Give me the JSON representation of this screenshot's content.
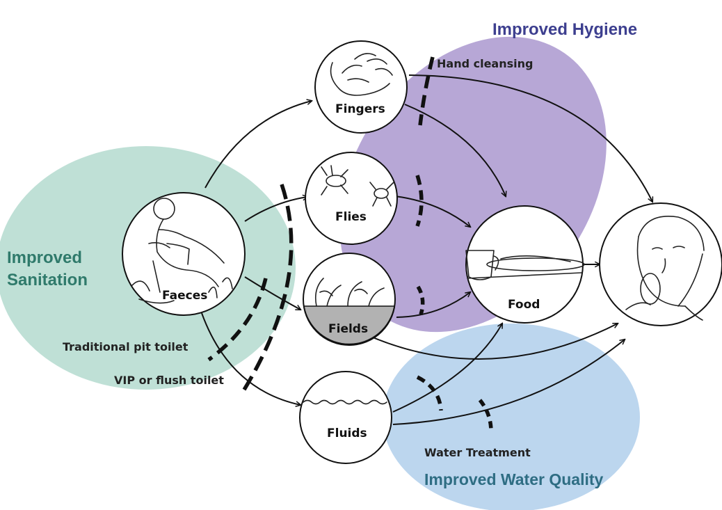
{
  "regions": {
    "sanitation": {
      "label_line1": "Improved",
      "label_line2": "Sanitation",
      "fill": "#bfe0d6",
      "text_color": "#2f7a6b"
    },
    "hygiene": {
      "label": "Improved Hygiene",
      "fill": "#b7a7d6",
      "text_color": "#3d3f8f"
    },
    "water_quality": {
      "label": "Improved Water Quality",
      "fill": "#bcd6ee",
      "text_color": "#2e6d83"
    }
  },
  "nodes": {
    "faeces": "Faeces",
    "fingers": "Fingers",
    "flies": "Flies",
    "fields": "Fields",
    "fluids": "Fluids",
    "food": "Food"
  },
  "barriers": {
    "traditional_pit_toilet": "Traditional pit toilet",
    "vip_or_flush_toilet": "VIP or flush toilet",
    "hand_cleansing": "Hand cleansing",
    "water_treatment": "Water Treatment"
  }
}
